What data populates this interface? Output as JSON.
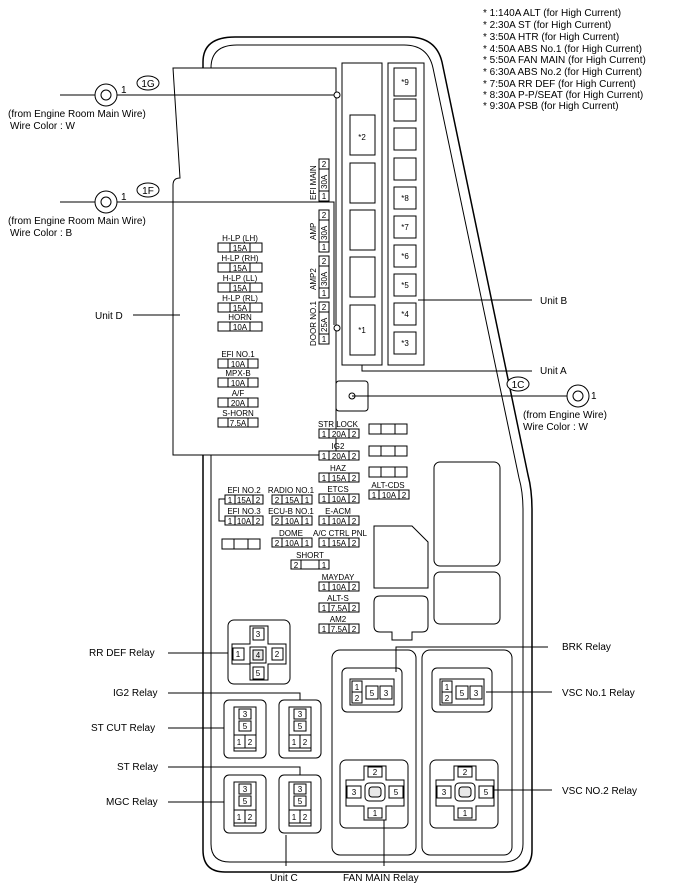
{
  "notes": [
    "* 1:140A ALT (for High Current)",
    "* 2:30A ST (for High Current)",
    "* 3:50A HTR (for High Current)",
    "* 4:50A ABS No.1 (for High Current)",
    "* 5:50A FAN MAIN (for High Current)",
    "* 6:30A ABS No.2 (for High Current)",
    "* 7:50A RR DEF (for High Current)",
    "* 8:30A P-P/SEAT (for High Current)",
    "* 9:30A PSB (for High Current)"
  ],
  "connectors": {
    "g1": {
      "tag": "1G",
      "pin": "1",
      "from": "(from Engine Room Main Wire)",
      "color": "Wire Color : W"
    },
    "f1": {
      "tag": "1F",
      "pin": "1",
      "from": "(from Engine Room Main Wire)",
      "color": "Wire Color : B"
    },
    "c1": {
      "tag": "1C",
      "pin": "1",
      "from": "(from Engine Wire)",
      "color": "Wire Color : W"
    }
  },
  "units": {
    "a": "Unit A",
    "b": "Unit B",
    "c": "Unit C",
    "d": "Unit D"
  },
  "unit_b_marks": [
    "*9",
    "*8",
    "*7",
    "*6",
    "*5",
    "*4",
    "*3"
  ],
  "unit_a_marks": [
    "*2",
    "*1"
  ],
  "vertical_fuses": [
    {
      "name": "EFI MAIN",
      "pin_a": "2",
      "amp": "30A",
      "pin_b": "1"
    },
    {
      "name": "AMP",
      "pin_a": "2",
      "amp": "30A",
      "pin_b": "1"
    },
    {
      "name": "AMP2",
      "pin_a": "2",
      "amp": "30A",
      "pin_b": "1"
    },
    {
      "name": "DOOR NO.1",
      "pin_a": "2",
      "amp": "25A",
      "pin_b": "1"
    }
  ],
  "unit_d_fuses": [
    {
      "name": "H-LP (LH)",
      "amp": "15A"
    },
    {
      "name": "H-LP (RH)",
      "amp": "15A"
    },
    {
      "name": "H-LP (LL)",
      "amp": "15A"
    },
    {
      "name": "H-LP (RL)",
      "amp": "15A"
    },
    {
      "name": "HORN",
      "amp": "10A"
    },
    {
      "name": "EFI NO.1",
      "amp": "10A"
    },
    {
      "name": "MPX-B",
      "amp": "10A"
    },
    {
      "name": "A/F",
      "amp": "20A"
    },
    {
      "name": "S-HORN",
      "amp": "7.5A"
    }
  ],
  "right_fuses": [
    {
      "name": "STR LOCK",
      "pin_a": "1",
      "amp": "20A",
      "pin_b": "2"
    },
    {
      "name": "IG2",
      "pin_a": "1",
      "amp": "20A",
      "pin_b": "2"
    },
    {
      "name": "HAZ",
      "pin_a": "1",
      "amp": "15A",
      "pin_b": "2"
    },
    {
      "name": "ALT-CDS",
      "pin_a": "1",
      "amp": "10A",
      "pin_b": "2"
    },
    {
      "name": "ETCS",
      "pin_a": "1",
      "amp": "10A",
      "pin_b": "2"
    },
    {
      "name": "E-ACM",
      "pin_a": "1",
      "amp": "10A",
      "pin_b": "2"
    },
    {
      "name": "A/C CTRL PNL",
      "pin_a": "1",
      "amp": "15A",
      "pin_b": "2"
    },
    {
      "name": "SHORT",
      "pin_a": "2",
      "amp": "",
      "pin_b": "1"
    },
    {
      "name": "MAYDAY",
      "pin_a": "1",
      "amp": "10A",
      "pin_b": "2"
    },
    {
      "name": "ALT-S",
      "pin_a": "1",
      "amp": "7.5A",
      "pin_b": "2"
    },
    {
      "name": "AM2",
      "pin_a": "1",
      "amp": "7.5A",
      "pin_b": "2"
    }
  ],
  "left_fuses": [
    {
      "name": "EFI NO.2",
      "pin_a": "1",
      "amp": "15A",
      "pin_b": "2"
    },
    {
      "name": "EFI NO.3",
      "pin_a": "1",
      "amp": "10A",
      "pin_b": "2"
    },
    {
      "name": "RADIO NO.1",
      "pin_a": "2",
      "amp": "15A",
      "pin_b": "1"
    },
    {
      "name": "ECU-B NO.1",
      "pin_a": "2",
      "amp": "10A",
      "pin_b": "1"
    },
    {
      "name": "DOME",
      "pin_a": "2",
      "amp": "10A",
      "pin_b": "1"
    }
  ],
  "relays": {
    "rr_def": "RR DEF Relay",
    "ig2": "IG2 Relay",
    "st_cut": "ST CUT Relay",
    "st": "ST Relay",
    "mgc": "MGC Relay",
    "brk": "BRK Relay",
    "vsc1": "VSC No.1 Relay",
    "vsc2": "VSC NO.2 Relay",
    "fan_main": "FAN MAIN Relay"
  },
  "pins": {
    "p1": "1",
    "p2": "2",
    "p3": "3",
    "p4": "4",
    "p5": "5"
  }
}
